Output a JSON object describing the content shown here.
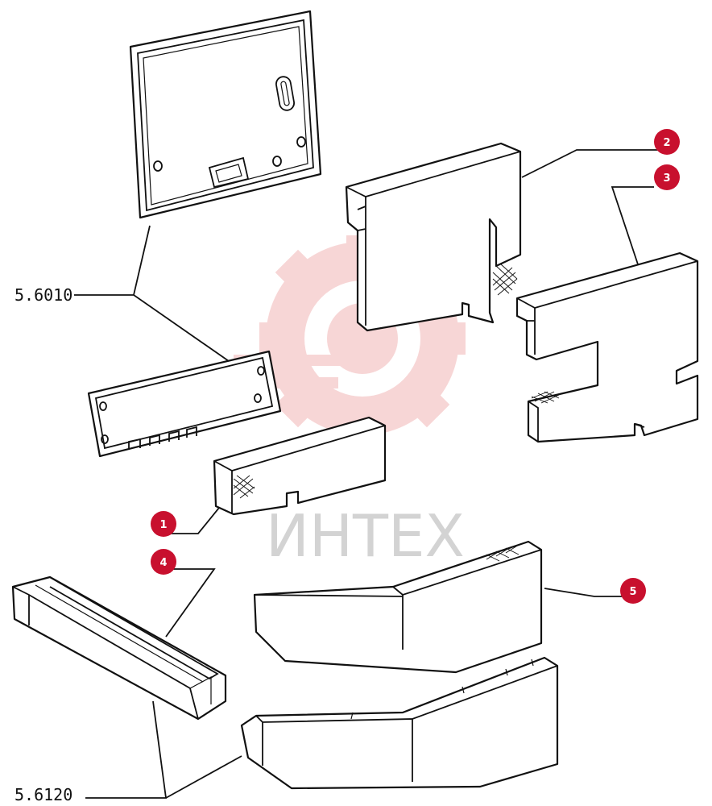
{
  "watermark": {
    "text": "ИНТЕХ",
    "gear_color": "#f2b5b5",
    "text_color": "#c9c9c9"
  },
  "badge_color": "#c8102e",
  "labels": {
    "group_upper": "5.6010",
    "group_lower": "5.6120"
  },
  "callouts": [
    {
      "id": "1"
    },
    {
      "id": "2"
    },
    {
      "id": "3"
    },
    {
      "id": "4"
    },
    {
      "id": "5"
    }
  ]
}
